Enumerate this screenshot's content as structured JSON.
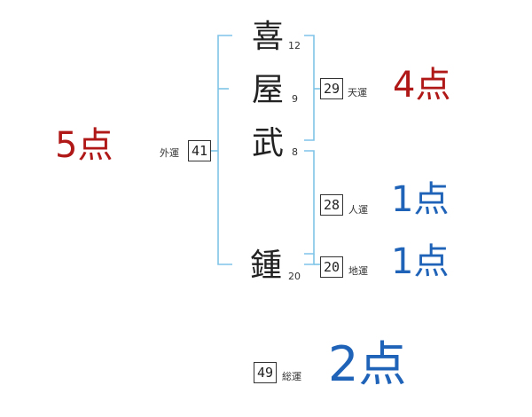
{
  "name_chars": [
    {
      "char": "喜",
      "strokes": "12"
    },
    {
      "char": "屋",
      "strokes": "9"
    },
    {
      "char": "武",
      "strokes": "8"
    },
    {
      "char": "鍾",
      "strokes": "20"
    }
  ],
  "fortunes": {
    "gaiun": {
      "label": "外運",
      "value": "41",
      "score": "5点"
    },
    "tenun": {
      "label": "天運",
      "value": "29",
      "score": "4点"
    },
    "jinun": {
      "label": "人運",
      "value": "28",
      "score": "1点"
    },
    "chiun": {
      "label": "地運",
      "value": "20",
      "score": "1点"
    },
    "soun": {
      "label": "総運",
      "value": "49",
      "score": "2点"
    }
  },
  "colors": {
    "bracket": "#7fc4e8",
    "score_red": "#b01818",
    "score_blue": "#1f63b8"
  }
}
